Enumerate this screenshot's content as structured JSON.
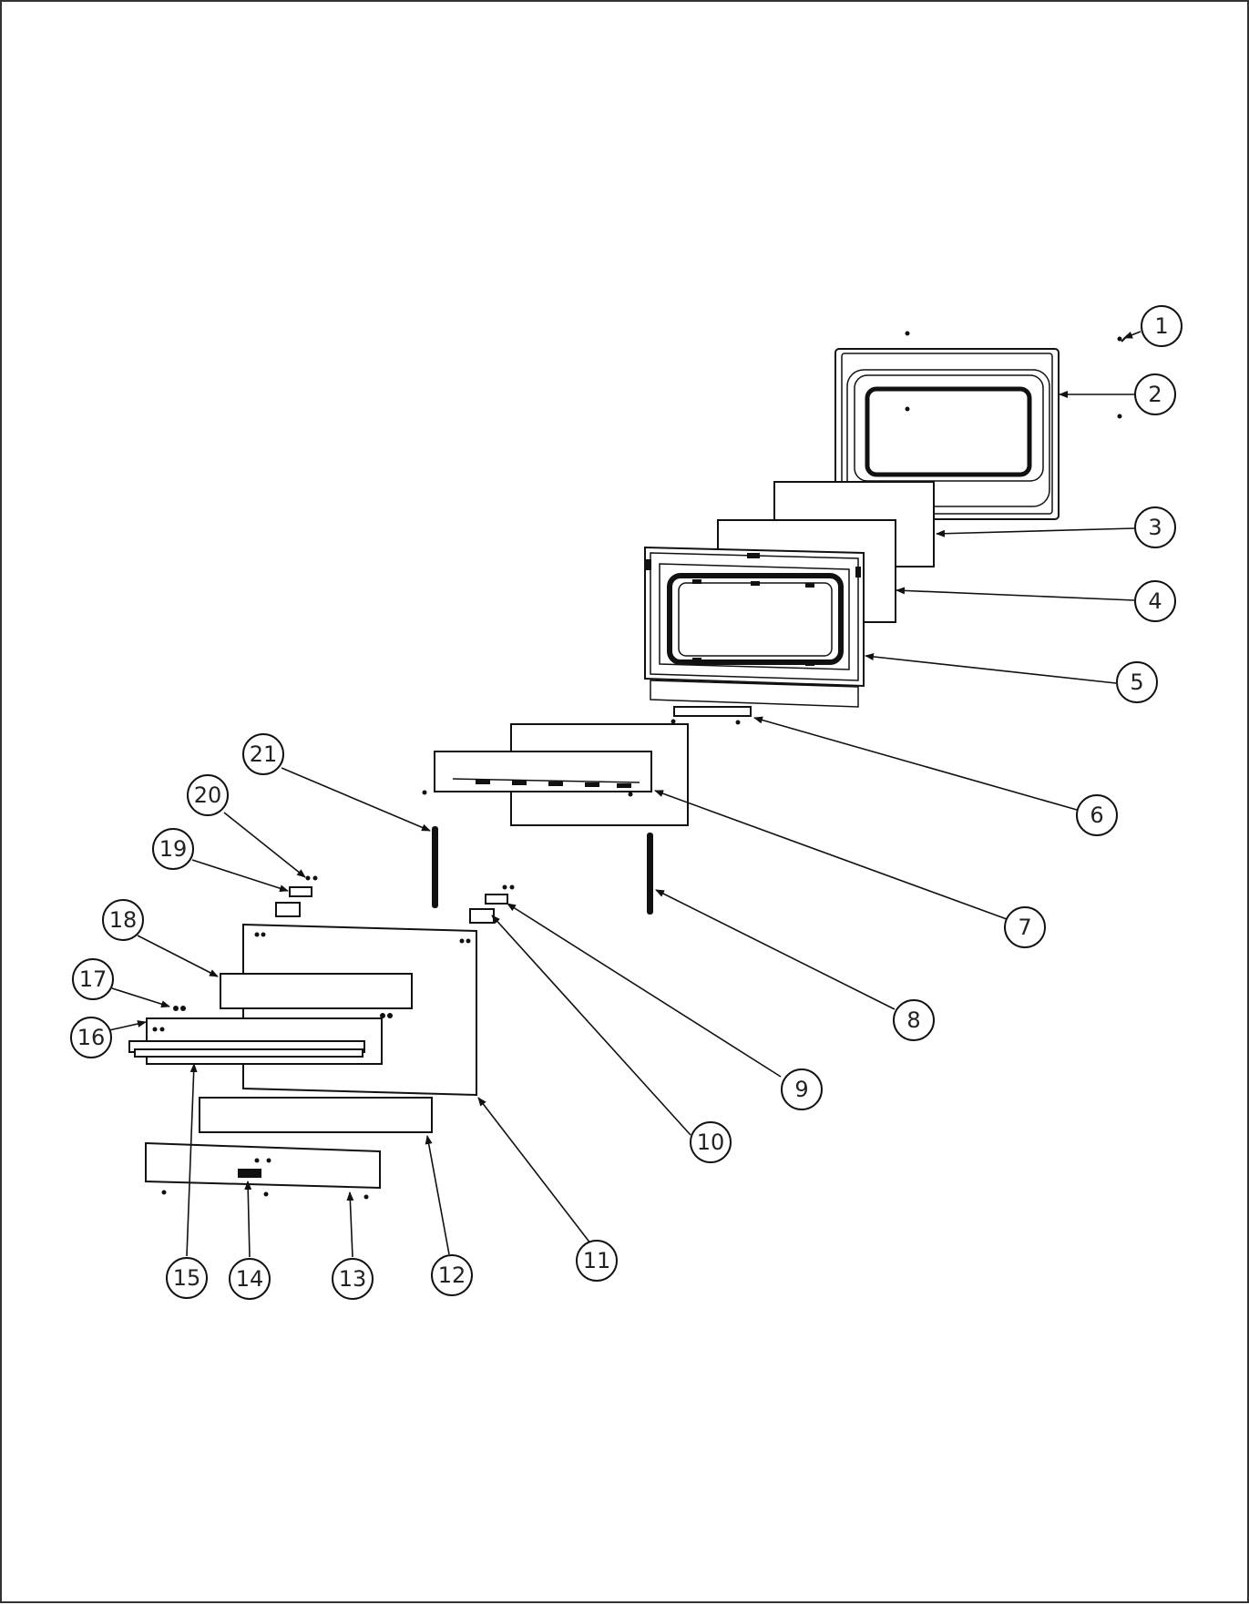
{
  "diagram": {
    "type": "exploded-parts-view",
    "callouts": [
      {
        "id": "c1",
        "label": "1"
      },
      {
        "id": "c2",
        "label": "2"
      },
      {
        "id": "c3",
        "label": "3"
      },
      {
        "id": "c4",
        "label": "4"
      },
      {
        "id": "c5",
        "label": "5"
      },
      {
        "id": "c6",
        "label": "6"
      },
      {
        "id": "c7",
        "label": "7"
      },
      {
        "id": "c8",
        "label": "8"
      },
      {
        "id": "c9",
        "label": "9"
      },
      {
        "id": "c10",
        "label": "10"
      },
      {
        "id": "c11",
        "label": "11"
      },
      {
        "id": "c12",
        "label": "12"
      },
      {
        "id": "c13",
        "label": "13"
      },
      {
        "id": "c14",
        "label": "14"
      },
      {
        "id": "c15",
        "label": "15"
      },
      {
        "id": "c16",
        "label": "16"
      },
      {
        "id": "c17",
        "label": "17"
      },
      {
        "id": "c18",
        "label": "18"
      },
      {
        "id": "c19",
        "label": "19"
      },
      {
        "id": "c20",
        "label": "20"
      },
      {
        "id": "c21",
        "label": "21"
      }
    ]
  }
}
